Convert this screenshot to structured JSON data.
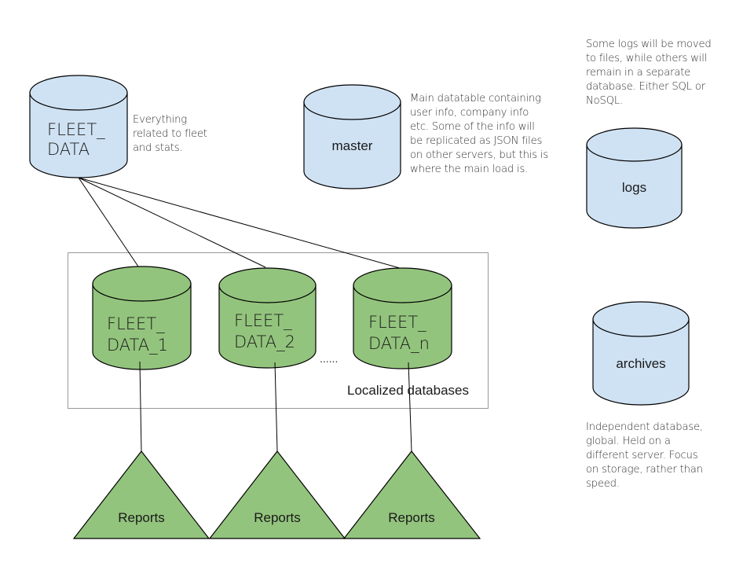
{
  "colors": {
    "blue_db_fill": "#cfe2f3",
    "green_db_fill": "#93c47d",
    "stroke": "#000000",
    "group_border": "#999999"
  },
  "databases": {
    "fleet_data": {
      "line1": "FLEET_",
      "line2": "DATA"
    },
    "master": {
      "label": "master"
    },
    "logs": {
      "label": "logs"
    },
    "archives": {
      "label": "archives"
    },
    "local": [
      {
        "line1": "FLEET_",
        "line2": "DATA_1"
      },
      {
        "line1": "FLEET_",
        "line2": "DATA_2"
      },
      {
        "line1": "FLEET_",
        "line2": "DATA_n"
      }
    ]
  },
  "ellipsis": "......",
  "group_label": "Localized databases",
  "reports": [
    "Reports",
    "Reports",
    "Reports"
  ],
  "notes": {
    "fleet_data": "Everything\nrelated to fleet\nand stats.",
    "master": "Main datatable containing\nuser info, company info\netc. Some of the info will\nbe replicated as JSON files\non other servers, but this is\nwhere the main load is.",
    "logs": "Some logs will be moved\nto files, while others will\nremain in a separate\ndatabase. Either SQL or\nNoSQL.",
    "archives": "Independent database,\nglobal. Held on a\ndifferent server. Focus\non storage, rather than\nspeed."
  }
}
